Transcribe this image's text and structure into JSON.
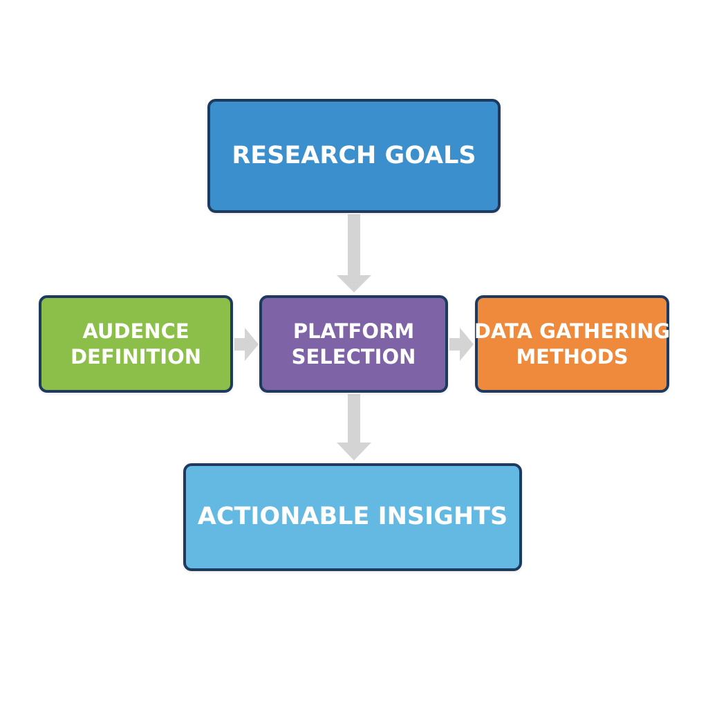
{
  "colors": {
    "border": "#1f3a5f",
    "arrow": "#d4d4d4",
    "research_goals": "#3a8fcc",
    "audience_definition": "#8bbf4a",
    "platform_selection": "#7e63a6",
    "data_gathering": "#ef8a3c",
    "actionable_insights": "#64b9e3"
  },
  "nodes": {
    "research_goals": {
      "lines": [
        "RESEARCH GOALS"
      ]
    },
    "audience_definition": {
      "lines": [
        "AUDENCE",
        "DEFINITION"
      ]
    },
    "platform_selection": {
      "lines": [
        "PLATFORM",
        "SELECTION"
      ]
    },
    "data_gathering": {
      "lines": [
        "DATA GATHERING",
        "METHODS"
      ]
    },
    "actionable_insights": {
      "lines": [
        "ACTIONABLE INSIGHTS"
      ]
    }
  }
}
